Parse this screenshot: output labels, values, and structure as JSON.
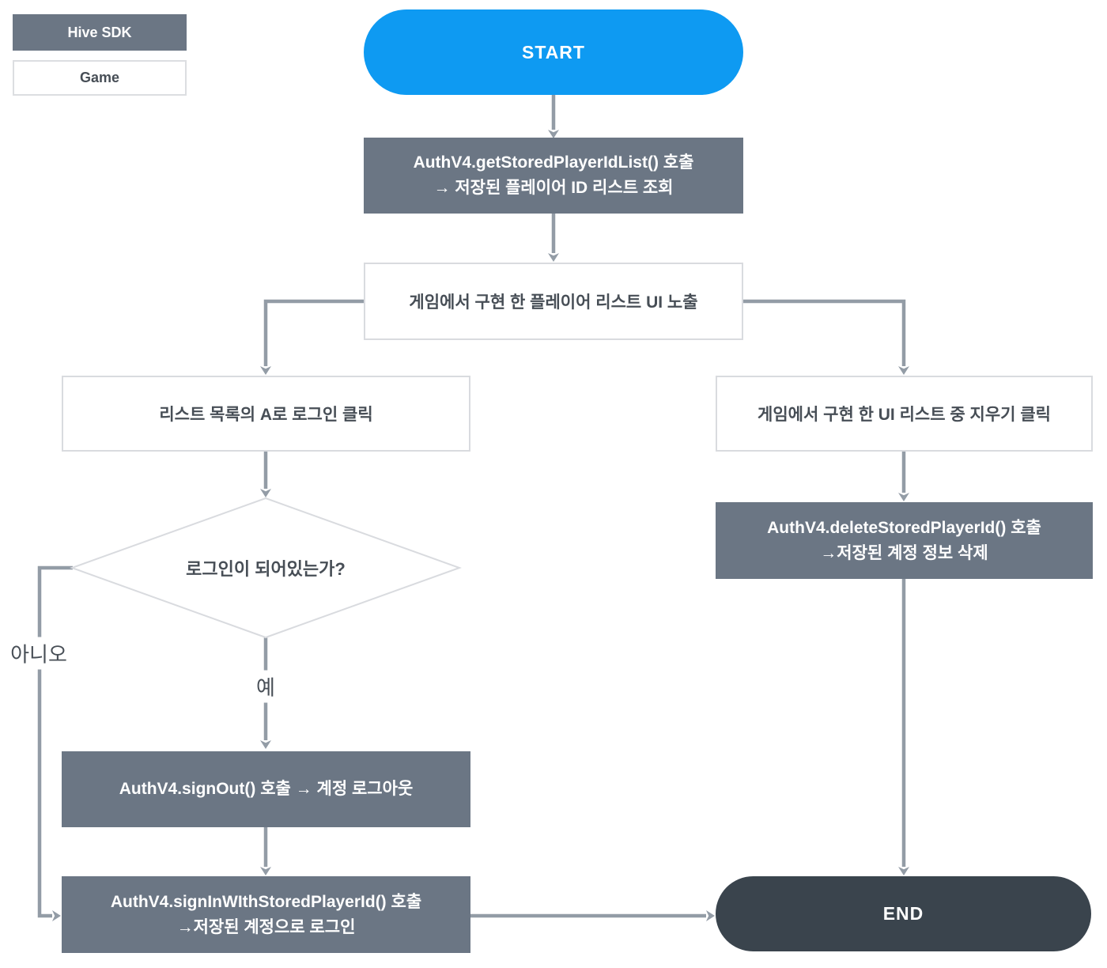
{
  "legend": {
    "hive_sdk": "Hive SDK",
    "game": "Game"
  },
  "nodes": {
    "start": "START",
    "get_list": {
      "line1": "AuthV4.getStoredPlayerIdList() 호출",
      "line2": "→ 저장된 플레이어 ID 리스트 조회"
    },
    "show_ui": "게임에서 구현 한 플레이어 리스트 UI 노출",
    "login_click": "리스트 목록의 A로 로그인 클릭",
    "decision": "로그인이 되어있는가?",
    "sign_out": "AuthV4.signOut() 호출 → 계정 로그아웃",
    "sign_in": {
      "line1": "AuthV4.signInWIthStoredPlayerId() 호출",
      "line2": "→저장된 계정으로 로그인"
    },
    "erase_click": "게임에서 구현 한 UI 리스트 중 지우기 클릭",
    "delete_stored": {
      "line1": "AuthV4.deleteStoredPlayerId() 호출",
      "line2": "→저장된 계정 정보 삭제"
    },
    "end": "END"
  },
  "branch_labels": {
    "yes": "예",
    "no": "아니오"
  },
  "colors": {
    "hive_slate": "#6b7684",
    "start_blue": "#0e9af2",
    "end_dark": "#3a444d",
    "edge_gray": "#939ca6",
    "box_border": "#d9dbdf",
    "text_dark": "#474e56"
  }
}
